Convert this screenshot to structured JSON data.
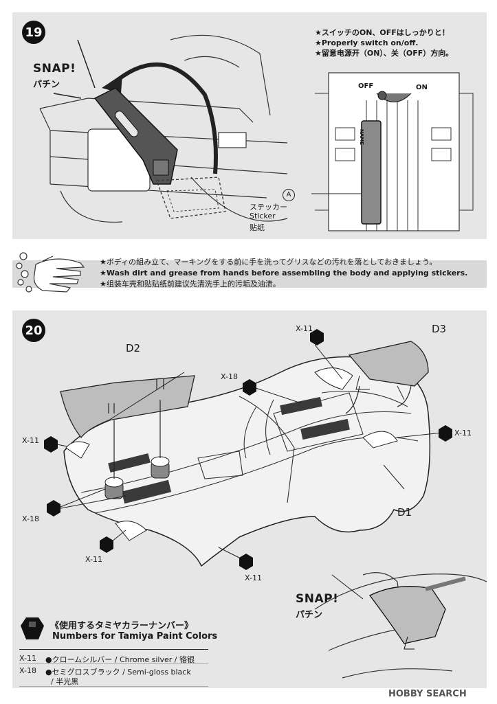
{
  "step19": {
    "number": "19",
    "snap_en": "SNAP!",
    "snap_jp": "パチン",
    "notes": [
      "★スイッチのON、OFFはしっかりと！",
      "★Properly switch on/off.",
      "★留意电源开（ON）、关（OFF）方向。"
    ],
    "off": "OFF",
    "on": "ON",
    "name_tag": "NAME",
    "marker": "A",
    "sticker": [
      "ステッカー",
      "Sticker",
      "贴纸"
    ]
  },
  "wash": {
    "lines": [
      "★ボディの組み立て、マーキングをする前に手を洗ってグリスなどの汚れを落としておきましょう。",
      "★Wash dirt and grease from hands before assembling the body and applying stickers.",
      "★组装车壳和贴贴纸前建议先清洗手上的污垢及油渍。"
    ]
  },
  "step20": {
    "number": "20",
    "parts": {
      "d1": "D1",
      "d2": "D2",
      "d3": "D3"
    },
    "x11_label": "X-11",
    "x18_label": "X-18",
    "snap_en": "SNAP!",
    "snap_jp": "パチン"
  },
  "legend": {
    "title_jp": "《使用するタミヤカラーナンバー》",
    "title_en": "Numbers for Tamiya Paint Colors",
    "rows": [
      {
        "code": "X-11",
        "desc": "●クロームシルバー / Chrome silver / 铬银",
        "desc2": ""
      },
      {
        "code": "X-18",
        "desc": "●セミグロスブラック / Semi-gloss black",
        "desc2": "/ 半光黑"
      }
    ]
  },
  "watermark": "HOBBY SEARCH",
  "colors": {
    "panel": "#e6e6e6",
    "ink": "#1a1a1a",
    "dark": "#111111",
    "sticker": "#8a8a8a"
  }
}
